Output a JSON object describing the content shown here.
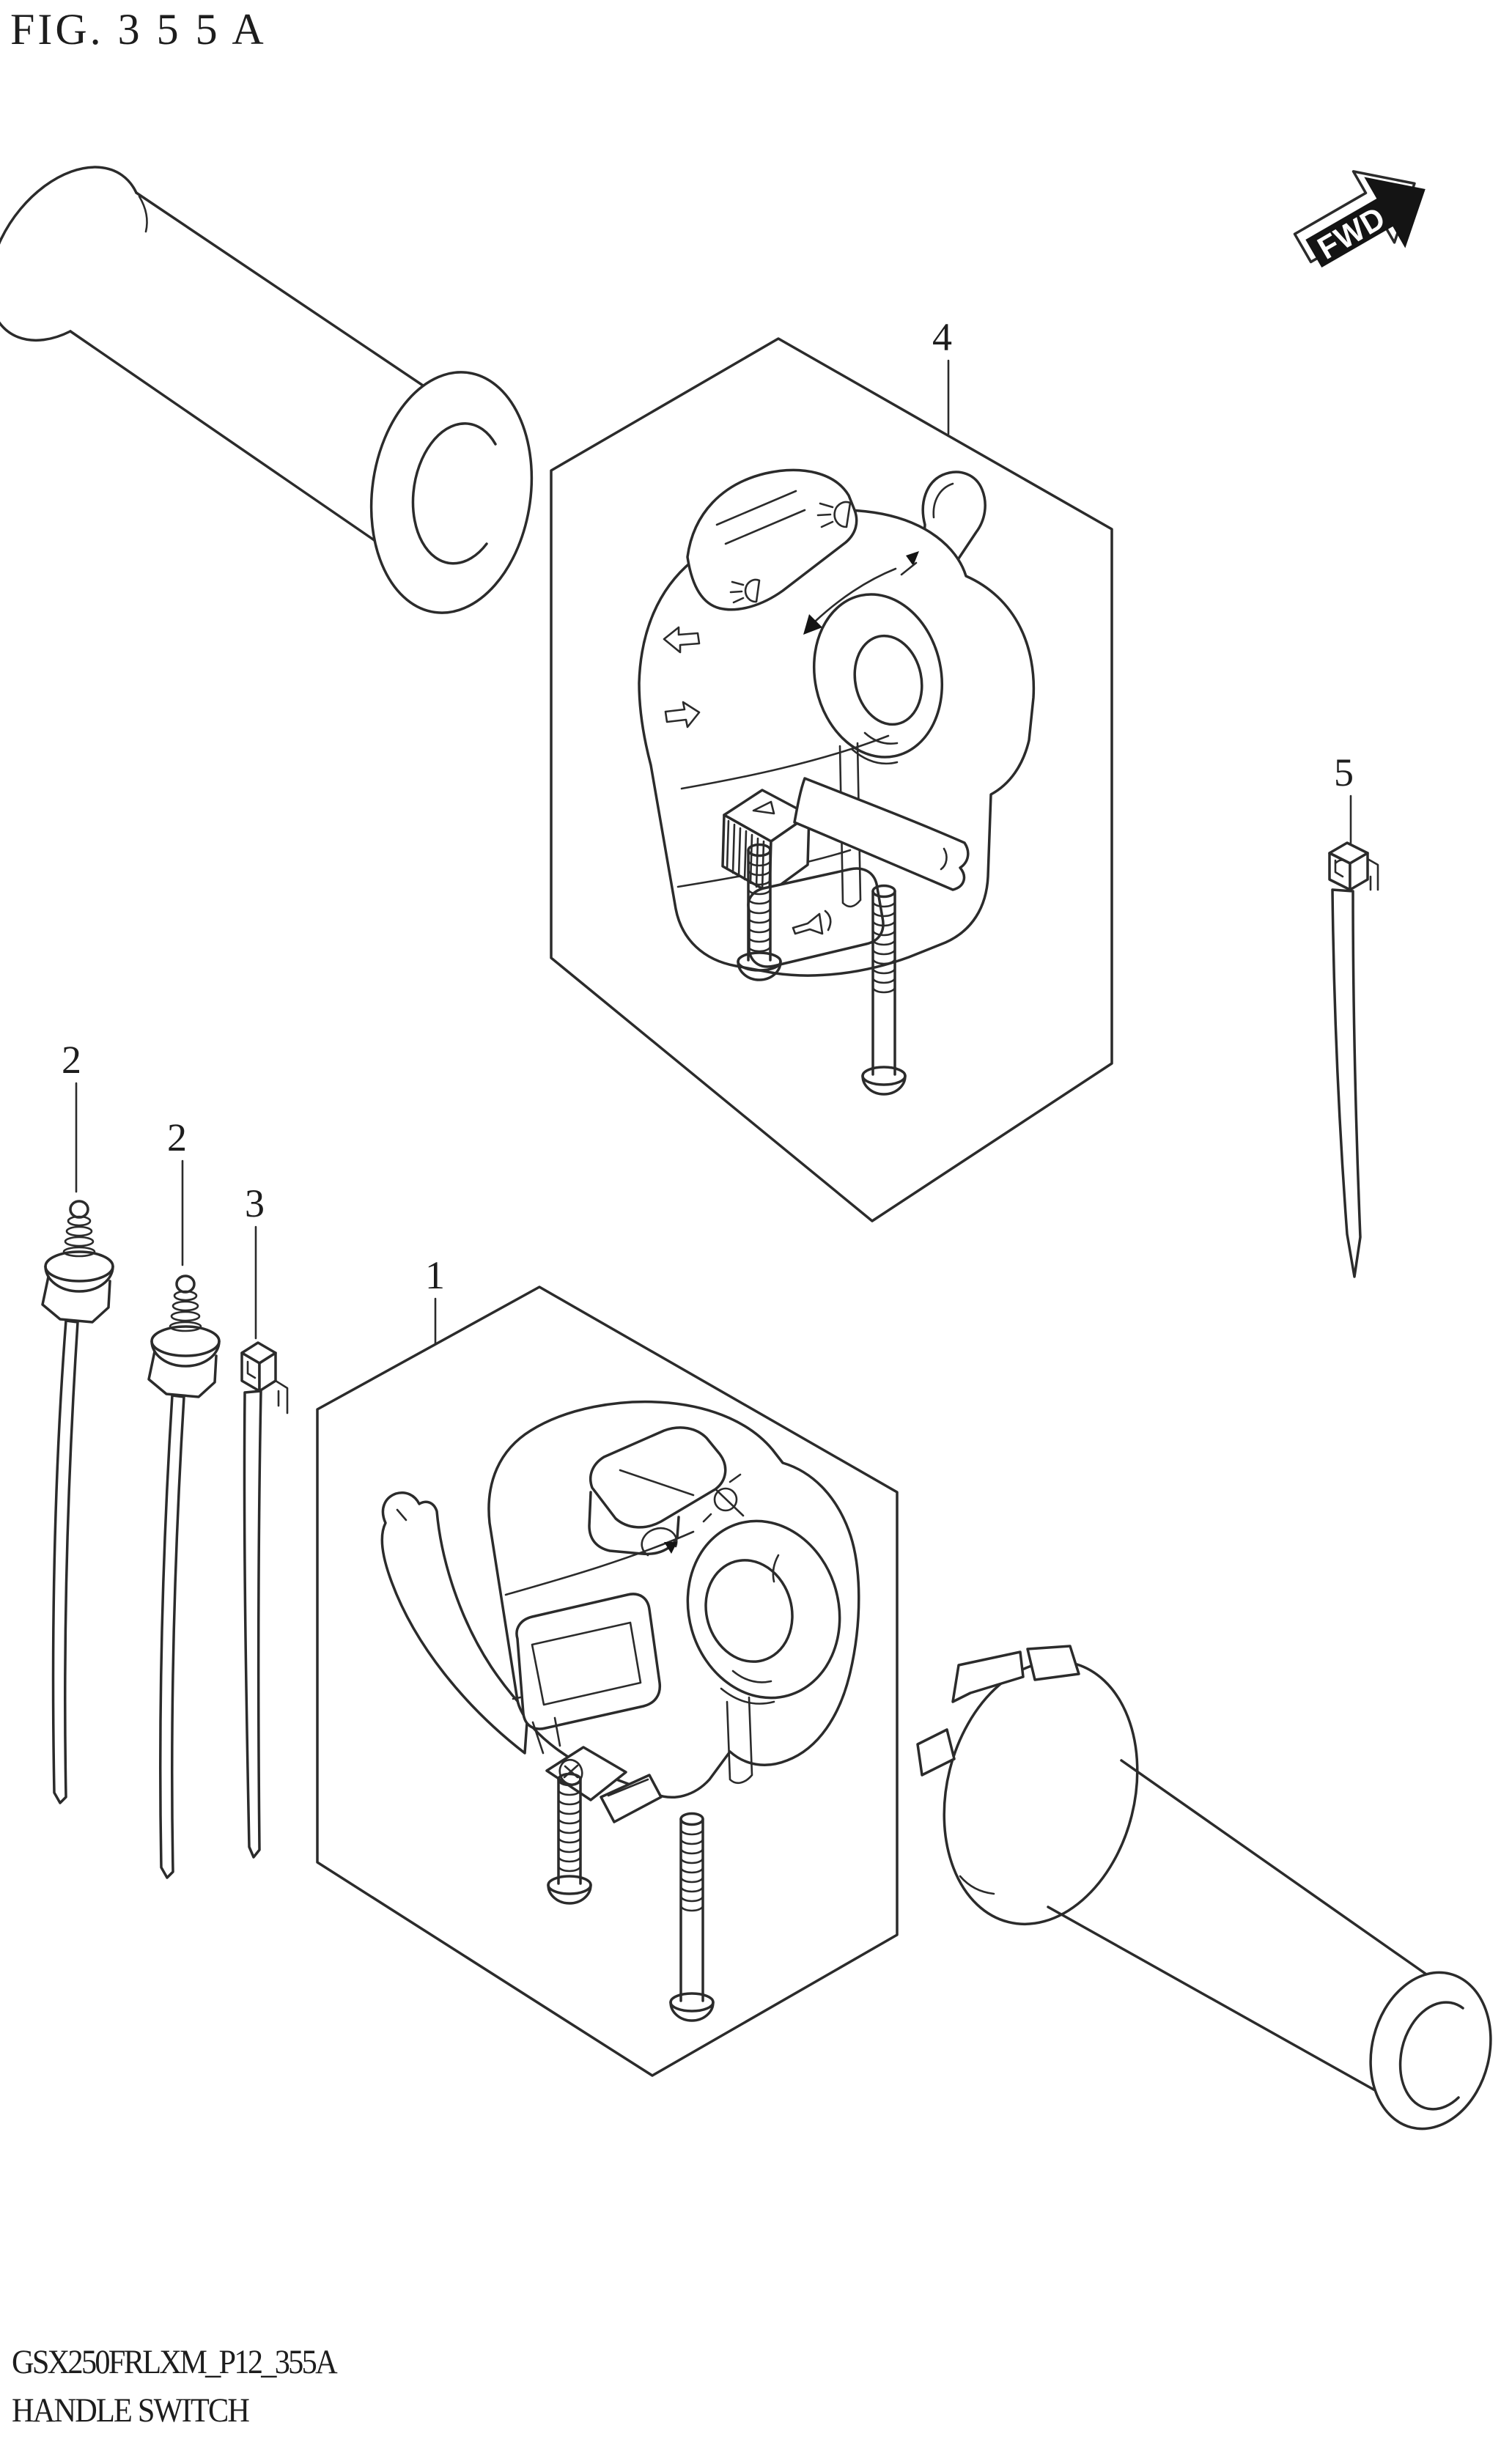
{
  "figure": {
    "title": "FIG. 3 5 5 A",
    "fwd_label": "FWD",
    "footer_code": "GSX250FRLXM_P12_355A",
    "footer_caption": "HANDLE SWITCH"
  },
  "callouts": [
    {
      "number": "1"
    },
    {
      "number": "2"
    },
    {
      "number": "2"
    },
    {
      "number": "3"
    },
    {
      "number": "4"
    },
    {
      "number": "5"
    }
  ],
  "icons": {
    "direction": "fwd-arrow-icon",
    "pictograms": [
      "headlight-icon",
      "passing-lamp-icon",
      "turn-signal-icon",
      "hazard-icon",
      "horn-icon",
      "engine-stop-icon",
      "starter-icon"
    ]
  }
}
